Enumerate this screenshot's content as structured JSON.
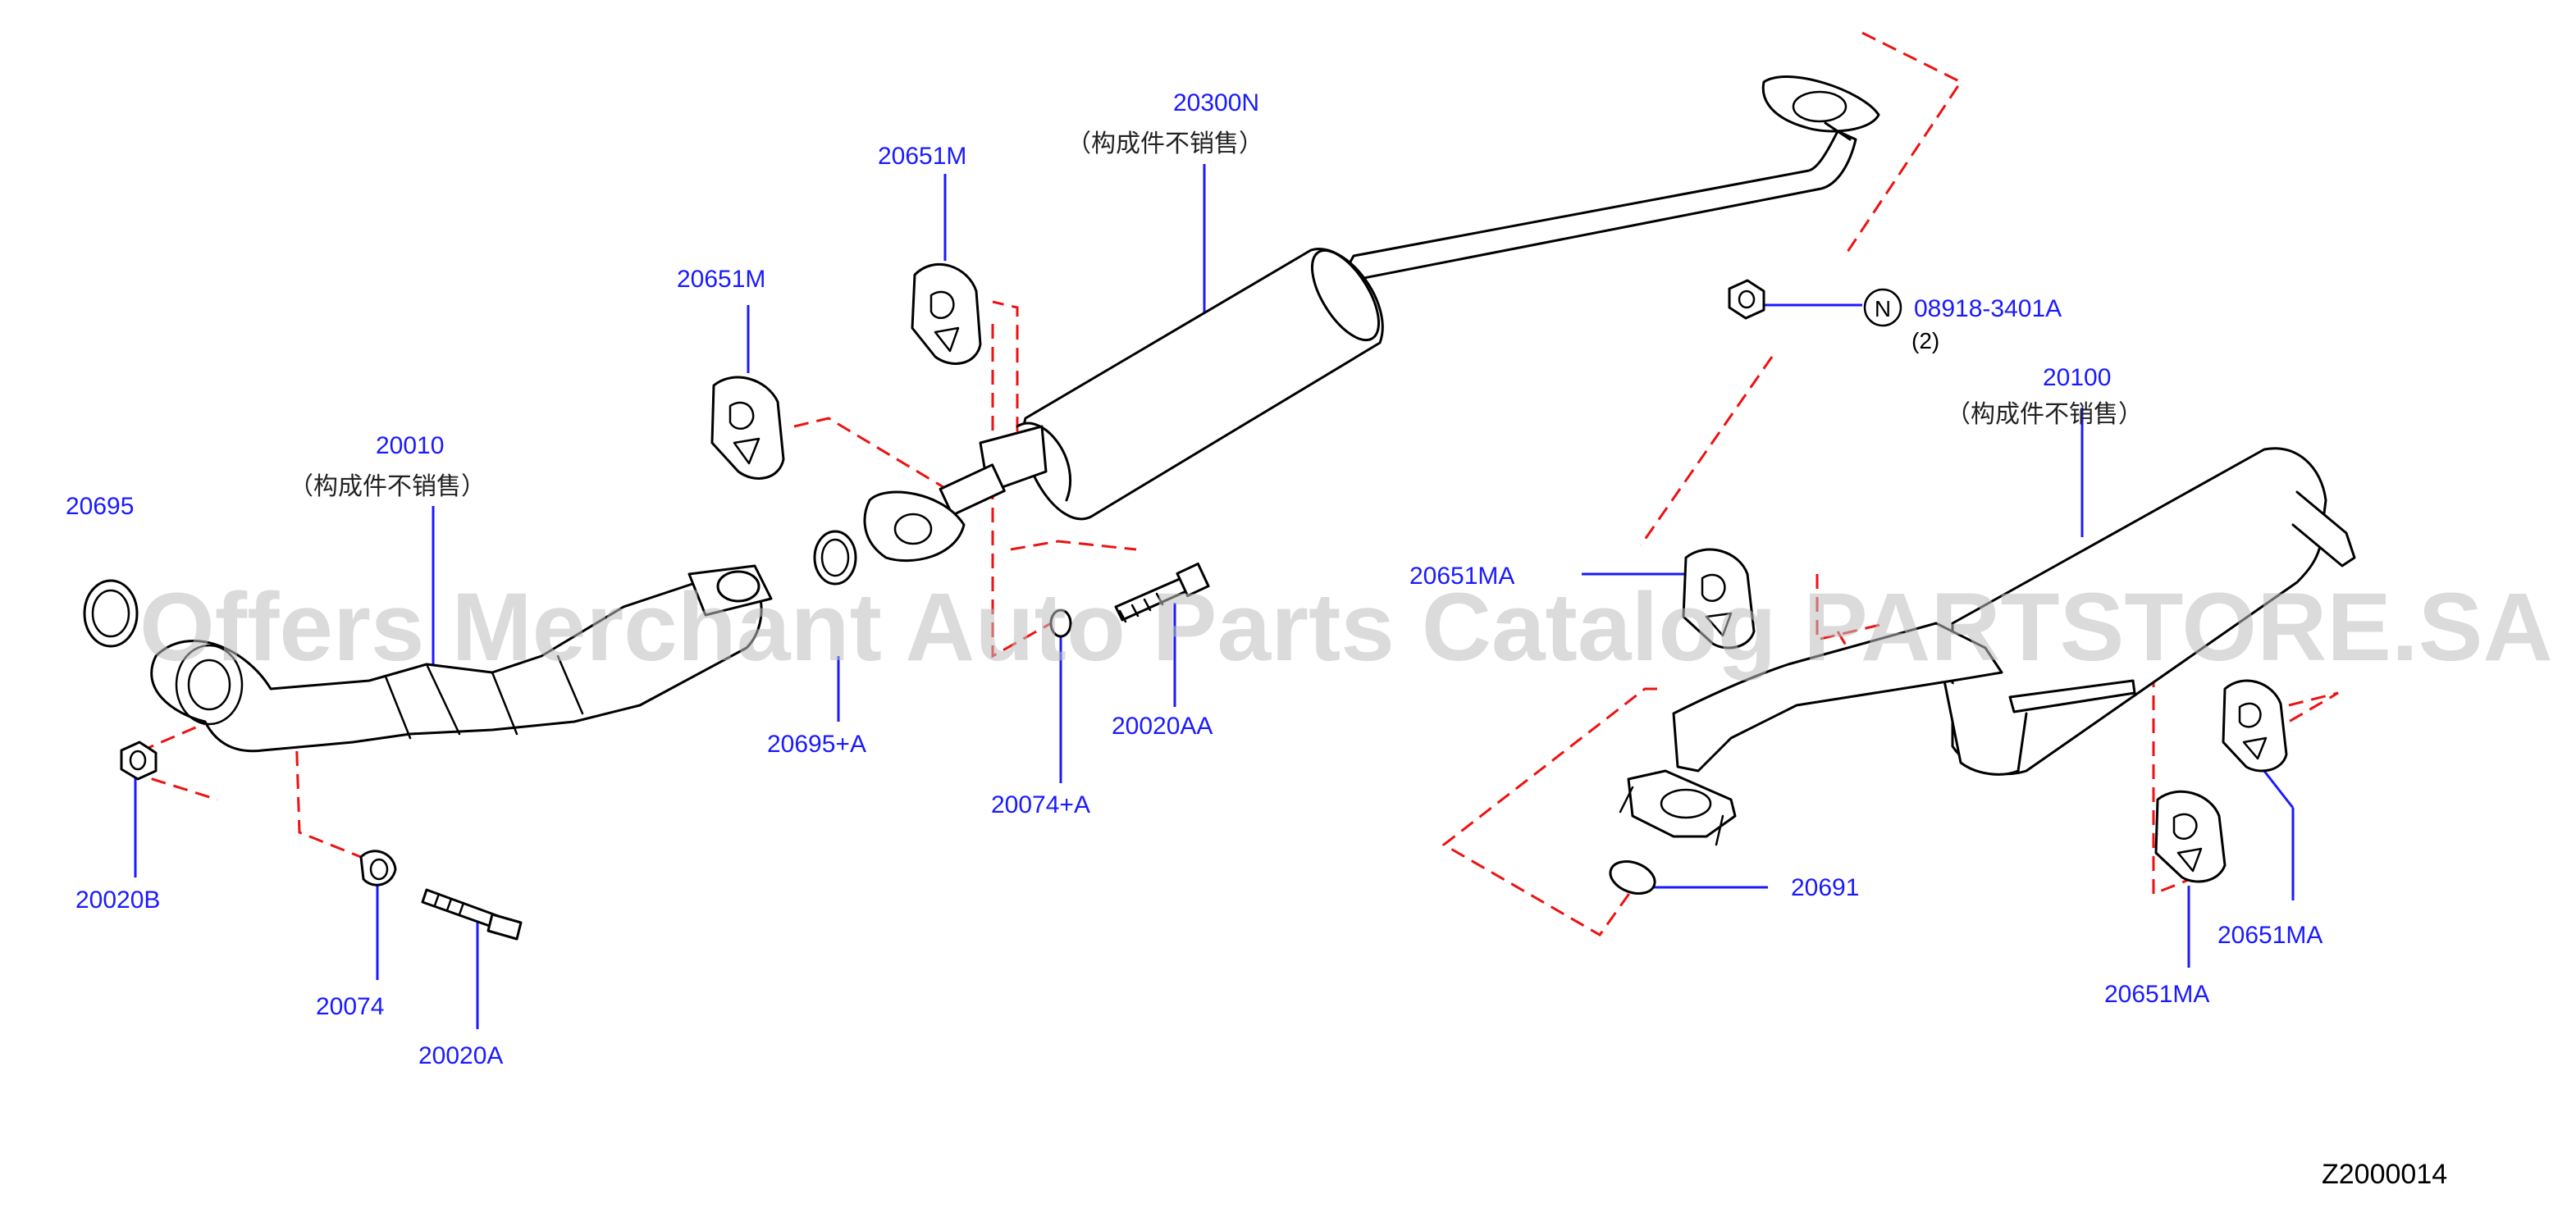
{
  "diagram": {
    "drawing_code": "Z2000014",
    "watermark": "Offers Merchant Auto Parts Catalog PARTSTORE.SA",
    "not_sold_note": "（构成件不销售）",
    "labels": {
      "p20300N": "20300N",
      "p20651M_top": "20651M",
      "p20651M_left": "20651M",
      "p20010": "20010",
      "p20695": "20695",
      "p20695A": "20695+A",
      "p20074A": "20074+A",
      "p20020AA": "20020AA",
      "p20020B": "20020B",
      "p20074": "20074",
      "p20020A": "20020A",
      "p08918": "08918-3401A",
      "p08918_qty": "(2)",
      "p08918_badge": "N",
      "p20100": "20100",
      "p20651MA_left": "20651MA",
      "p20691": "20691",
      "p20651MA_right": "20651MA",
      "p20651MA_bottom": "20651MA"
    },
    "colors": {
      "label": "#1a1aff",
      "dash": "#ee1111",
      "outline": "#000000"
    }
  }
}
